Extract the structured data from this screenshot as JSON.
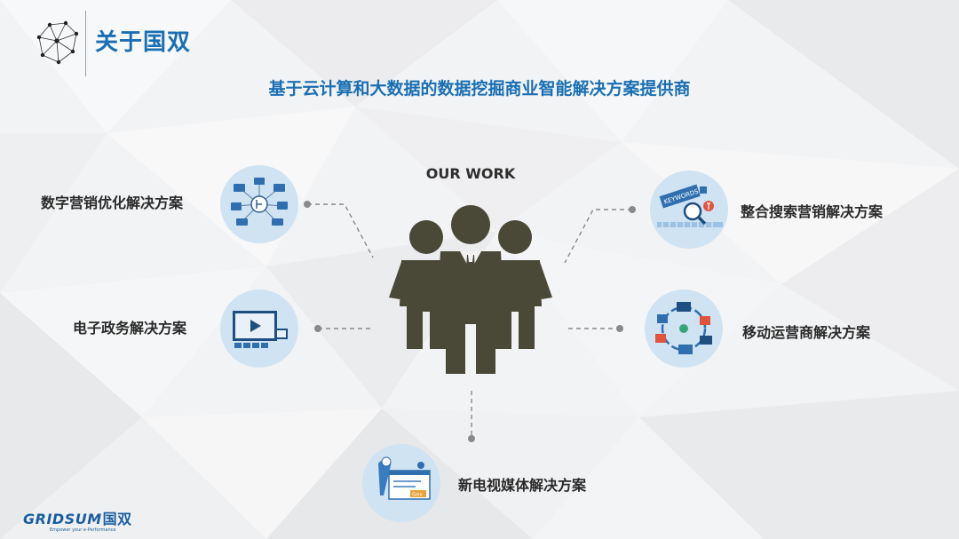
{
  "header": {
    "title": "关于国双"
  },
  "subtitle": "基于云计算和大数据的数据挖掘商业智能解决方案提供商",
  "center": {
    "heading": "OUR WORK"
  },
  "solutions": [
    {
      "label": "数字营销优化解决方案",
      "icon": "network-devices-icon"
    },
    {
      "label": "电子政务解决方案",
      "icon": "video-monitor-icon"
    },
    {
      "label": "新电视媒体解决方案",
      "icon": "tv-media-icon"
    },
    {
      "label": "整合搜索营销解决方案",
      "icon": "keyword-search-icon"
    },
    {
      "label": "移动运营商解决方案",
      "icon": "mobile-cycle-icon"
    }
  ],
  "icon_texts": {
    "keywords": "KEYWORDS",
    "gov": "Gov"
  },
  "footer": {
    "brand": "GRIDSUM",
    "brand_cn": "国双",
    "tagline": "Empower your e-Performance"
  },
  "colors": {
    "accent": "#1a6fb3",
    "figure": "#4a4836",
    "circle": "#cfe3f3",
    "connector": "#888888"
  }
}
